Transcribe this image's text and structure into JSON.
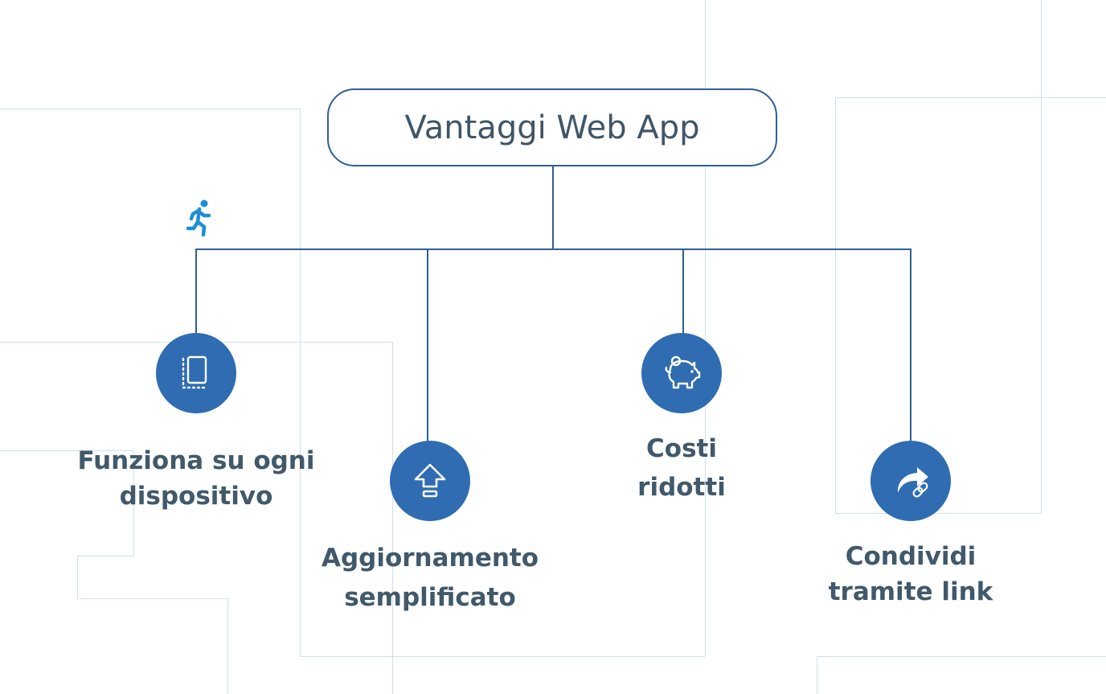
{
  "title": "Vantaggi Web App",
  "features": [
    {
      "label_lines": [
        "Funziona su ogni",
        "dispositivo"
      ],
      "icon": "tablet-icon"
    },
    {
      "label_lines": [
        "Aggiornamento",
        "semplificato"
      ],
      "icon": "upload-arrow-icon"
    },
    {
      "label_lines": [
        "Costi",
        "ridotti"
      ],
      "icon": "piggy-bank-icon"
    },
    {
      "label_lines": [
        "Condividi",
        "tramite link"
      ],
      "icon": "share-link-icon"
    }
  ],
  "decorations": {
    "runner_icon": "running-person-icon"
  },
  "colors": {
    "node_fill": "#2f6cb2",
    "connector": "#2f5f90",
    "title_border": "#2e5f96",
    "text": "#40596b",
    "background_lines": "#cfe0ee",
    "runner": "#1e8fd6"
  }
}
